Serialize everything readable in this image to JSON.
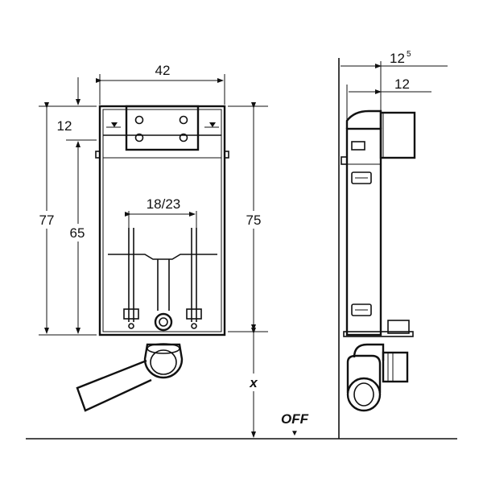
{
  "dimensions": {
    "frame_width": "42",
    "upper_offset": "12",
    "total_height": "77",
    "inner_height": "65",
    "right_height": "75",
    "bolt_spacing": "18/23",
    "depth_main": "12",
    "depth_sup": "5",
    "depth_inner": "12",
    "floor_distance": "x"
  },
  "labels": {
    "floor": "OFF",
    "floor_marker": "▼"
  },
  "colors": {
    "line": "#111111",
    "background": "#ffffff"
  }
}
